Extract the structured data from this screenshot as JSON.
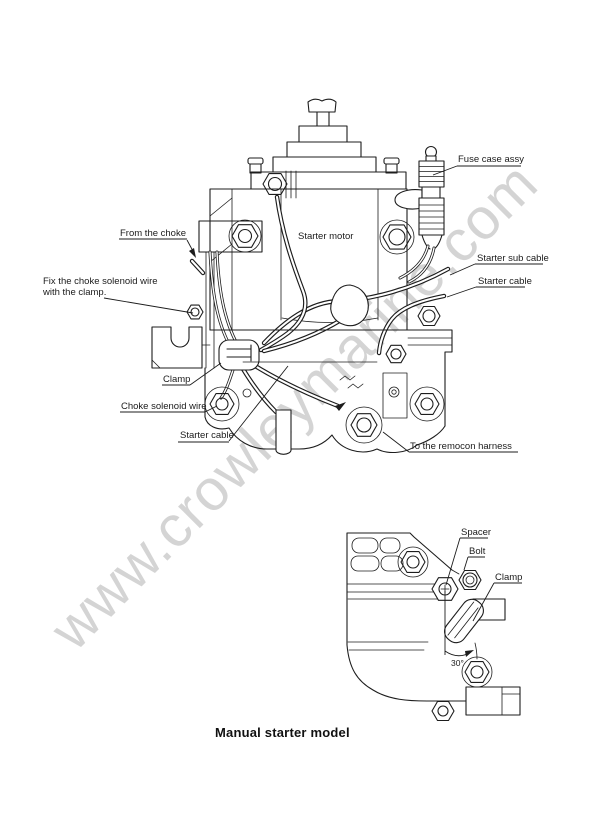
{
  "watermark": {
    "text": "www.crowleymarine.com"
  },
  "colors": {
    "line": "#1d1d1d",
    "watermark": "#cacaca",
    "background": "#ffffff"
  },
  "main_diagram": {
    "labels": {
      "fuse_case": "Fuse case assy",
      "from_choke": "From the choke",
      "starter_motor": "Starter motor",
      "starter_sub_cable": "Starter sub cable",
      "starter_cable_right": "Starter cable",
      "fix_choke_line1": "Fix the choke solenoid wire",
      "fix_choke_line2": "with the clamp.",
      "clamp": "Clamp",
      "choke_solenoid_wire": "Choke solenoid wire",
      "starter_cable_left": "Starter cable",
      "remocon": "To the remocon harness"
    }
  },
  "detail_diagram": {
    "labels": {
      "spacer": "Spacer",
      "bolt": "Bolt",
      "clamp": "Clamp",
      "angle": "30°"
    }
  },
  "caption": "Manual starter model"
}
